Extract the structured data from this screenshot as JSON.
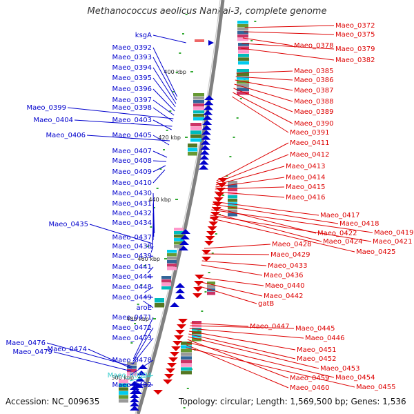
{
  "title": "Methanococcus aeolicus Nankai-3, complete genome",
  "footer": {
    "accession": "Accession: NC_009635",
    "summary": "Topology: circular; Length: 1,569,500 bp; Genes: 1,536"
  },
  "colors": {
    "forward": "#0000cc",
    "reverse": "#dd0000",
    "rna": "#33cccc",
    "axis": "#808080",
    "tick": "#33aa33"
  },
  "ticks": [
    "400 kbp",
    "420 kbp",
    "440 kbp",
    "460 kbp",
    "480 kbp",
    "500 kbp"
  ],
  "left_labels": [
    {
      "text": "ksgA",
      "type": "forward"
    },
    {
      "text": "Maeo_0392",
      "type": "forward"
    },
    {
      "text": "Maeo_0393",
      "type": "forward"
    },
    {
      "text": "Maeo_0394",
      "type": "forward"
    },
    {
      "text": "Maeo_0395",
      "type": "forward"
    },
    {
      "text": "Maeo_0396",
      "type": "forward"
    },
    {
      "text": "Maeo_0397",
      "type": "forward"
    },
    {
      "text": "Maeo_0399",
      "type": "forward"
    },
    {
      "text": "Maeo_0398",
      "type": "forward"
    },
    {
      "text": "Maeo_0404",
      "type": "forward"
    },
    {
      "text": "Maeo_0403",
      "type": "forward"
    },
    {
      "text": "Maeo_0406",
      "type": "forward"
    },
    {
      "text": "Maeo_0405",
      "type": "forward"
    },
    {
      "text": "Maeo_0407",
      "type": "forward"
    },
    {
      "text": "Maeo_0408",
      "type": "forward"
    },
    {
      "text": "Maeo_0409",
      "type": "forward"
    },
    {
      "text": "Maeo_0410",
      "type": "forward"
    },
    {
      "text": "Maeo_0430",
      "type": "forward"
    },
    {
      "text": "Maeo_0431",
      "type": "forward"
    },
    {
      "text": "Maeo_0432",
      "type": "forward"
    },
    {
      "text": "Maeo_0435",
      "type": "forward"
    },
    {
      "text": "Maeo_0434",
      "type": "forward"
    },
    {
      "text": "Maeo_0437",
      "type": "forward"
    },
    {
      "text": "Maeo_0438",
      "type": "forward"
    },
    {
      "text": "Maeo_0439",
      "type": "forward"
    },
    {
      "text": "Maeo_0441",
      "type": "forward"
    },
    {
      "text": "Maeo_0444",
      "type": "forward"
    },
    {
      "text": "Maeo_0448",
      "type": "forward"
    },
    {
      "text": "Maeo_0449",
      "type": "forward"
    },
    {
      "text": "aroE",
      "type": "forward"
    },
    {
      "text": "Maeo_0471",
      "type": "forward"
    },
    {
      "text": "Maeo_0472",
      "type": "forward"
    },
    {
      "text": "Maeo_0473",
      "type": "forward"
    },
    {
      "text": "Maeo_0476",
      "type": "forward"
    },
    {
      "text": "Maeo_0474",
      "type": "forward"
    },
    {
      "text": "Maeo_0479",
      "type": "forward"
    },
    {
      "text": "Maeo_0478",
      "type": "forward"
    },
    {
      "text": "Maeo_R0004",
      "type": "rna"
    },
    {
      "text": "Maeo_0482",
      "type": "forward"
    }
  ],
  "right_labels": [
    {
      "text": "Maeo_0372",
      "type": "reverse"
    },
    {
      "text": "Maeo_0375",
      "type": "reverse"
    },
    {
      "text": "Maeo_0378",
      "type": "reverse"
    },
    {
      "text": "Maeo_0379",
      "type": "reverse"
    },
    {
      "text": "Maeo_0382",
      "type": "reverse"
    },
    {
      "text": "Maeo_0385",
      "type": "reverse"
    },
    {
      "text": "Maeo_0386",
      "type": "reverse"
    },
    {
      "text": "Maeo_0387",
      "type": "reverse"
    },
    {
      "text": "Maeo_0388",
      "type": "reverse"
    },
    {
      "text": "Maeo_0389",
      "type": "reverse"
    },
    {
      "text": "Maeo_0390",
      "type": "reverse"
    },
    {
      "text": "Maeo_0391",
      "type": "reverse"
    },
    {
      "text": "Maeo_0411",
      "type": "reverse"
    },
    {
      "text": "Maeo_0412",
      "type": "reverse"
    },
    {
      "text": "Maeo_0413",
      "type": "reverse"
    },
    {
      "text": "Maeo_0414",
      "type": "reverse"
    },
    {
      "text": "Maeo_0415",
      "type": "reverse"
    },
    {
      "text": "Maeo_0416",
      "type": "reverse"
    },
    {
      "text": "Maeo_0417",
      "type": "reverse"
    },
    {
      "text": "Maeo_0418",
      "type": "reverse"
    },
    {
      "text": "Maeo_0422",
      "type": "reverse"
    },
    {
      "text": "Maeo_0419",
      "type": "reverse"
    },
    {
      "text": "Maeo_0424",
      "type": "reverse"
    },
    {
      "text": "Maeo_0421",
      "type": "reverse"
    },
    {
      "text": "Maeo_0428",
      "type": "reverse"
    },
    {
      "text": "Maeo_0425",
      "type": "reverse"
    },
    {
      "text": "Maeo_0429",
      "type": "reverse"
    },
    {
      "text": "Maeo_0433",
      "type": "reverse"
    },
    {
      "text": "Maeo_0436",
      "type": "reverse"
    },
    {
      "text": "Maeo_0440",
      "type": "reverse"
    },
    {
      "text": "Maeo_0442",
      "type": "reverse"
    },
    {
      "text": "gatB",
      "type": "reverse"
    },
    {
      "text": "Maeo_0447",
      "type": "reverse"
    },
    {
      "text": "Maeo_0445",
      "type": "reverse"
    },
    {
      "text": "Maeo_0446",
      "type": "reverse"
    },
    {
      "text": "Maeo_0451",
      "type": "reverse"
    },
    {
      "text": "Maeo_0452",
      "type": "reverse"
    },
    {
      "text": "Maeo_0453",
      "type": "reverse"
    },
    {
      "text": "Maeo_0459",
      "type": "reverse"
    },
    {
      "text": "Maeo_0454",
      "type": "reverse"
    },
    {
      "text": "Maeo_0460",
      "type": "reverse"
    },
    {
      "text": "Maeo_0455",
      "type": "reverse"
    }
  ]
}
